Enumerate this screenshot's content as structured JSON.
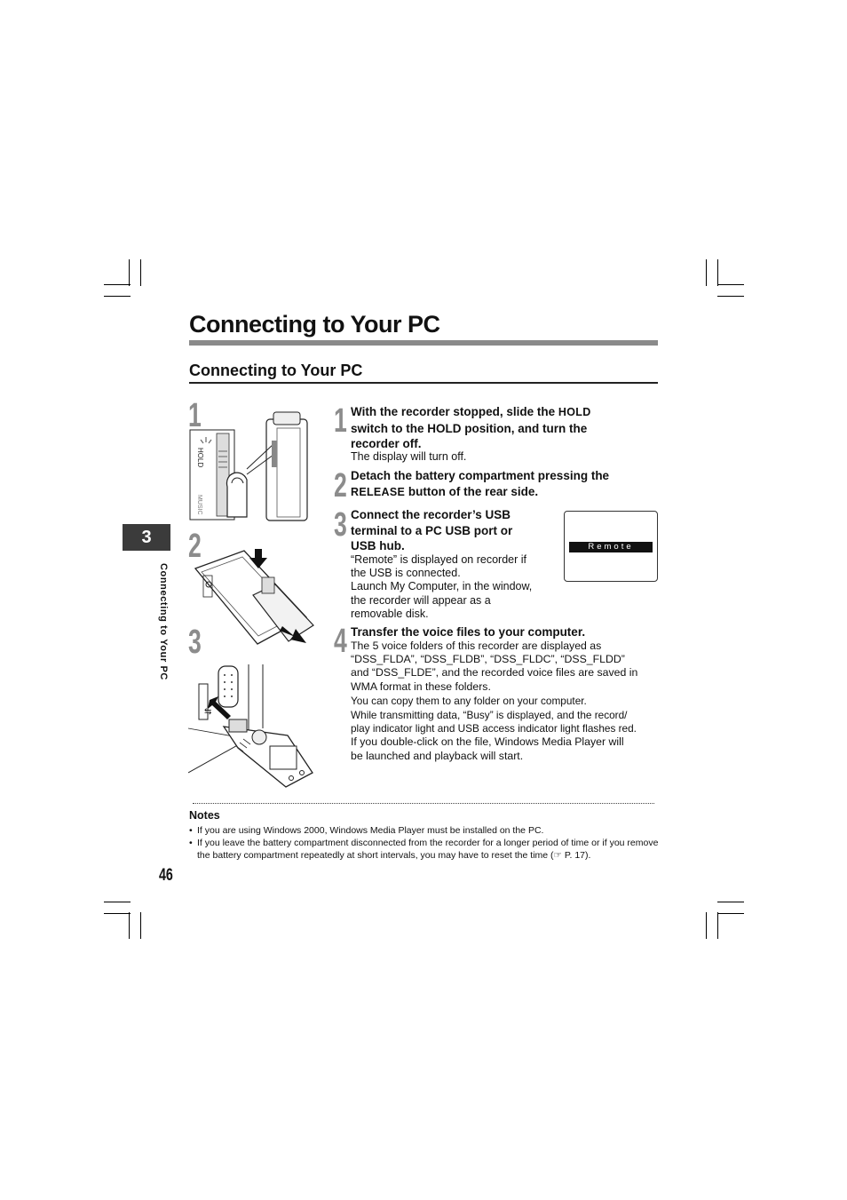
{
  "page": {
    "title": "Connecting to Your PC",
    "section_title": "Connecting to Your PC",
    "chapter_tab": "3",
    "side_label": "Connecting to Your PC",
    "page_number": "46"
  },
  "figures": {
    "fig1_number": "1",
    "fig2_number": "2",
    "fig3_number": "3",
    "fig1_hold_label": "HOLD",
    "fig1_music_label": "MUSIC",
    "fig3_usb_symbol": "⇆"
  },
  "steps": [
    {
      "number": "1",
      "title_part1": "With the recorder stopped, slide the ",
      "title_key": "HOLD",
      "title_part2": " switch to the HOLD position, and turn the recorder off.",
      "body": "The display will turn off."
    },
    {
      "number": "2",
      "title_part1": "Detach the battery compartment pressing the ",
      "title_key": "RELEASE",
      "title_part2": " button of the rear side."
    },
    {
      "number": "3",
      "title": "Connect the recorder’s USB terminal to a PC USB port or USB hub.",
      "body_lines": [
        "“Remote” is displayed on recorder if",
        "the USB is connected.",
        "Launch My Computer, in the window,",
        "the recorder will appear as a",
        "removable disk."
      ]
    },
    {
      "number": "4",
      "title": "Transfer the voice files to your computer.",
      "body_lines": [
        "The 5 voice folders of this recorder are displayed as",
        "“DSS_FLDA”, “DSS_FLDB”, “DSS_FLDC”, “DSS_FLDD”",
        "and “DSS_FLDE”, and the recorded voice files are saved in",
        "WMA format in these folders.",
        "You can copy them to any folder on your computer.",
        "While transmitting data, “Busy” is displayed, and the record/",
        "play indicator light and USB access indicator light flashes red.",
        "If you double-click on the file, Windows Media Player will",
        "be launched and playback will start."
      ]
    }
  ],
  "display": {
    "text": "Remote"
  },
  "notes": {
    "heading": "Notes",
    "bullet": "•",
    "items": [
      "If you are using Windows 2000, Windows Media Player must be installed on the PC.",
      "If you leave the battery compartment disconnected from the recorder for a longer period of time or if you remove the battery compartment repeatedly at short intervals, you may have to reset the time (☞ P. 17)."
    ]
  }
}
